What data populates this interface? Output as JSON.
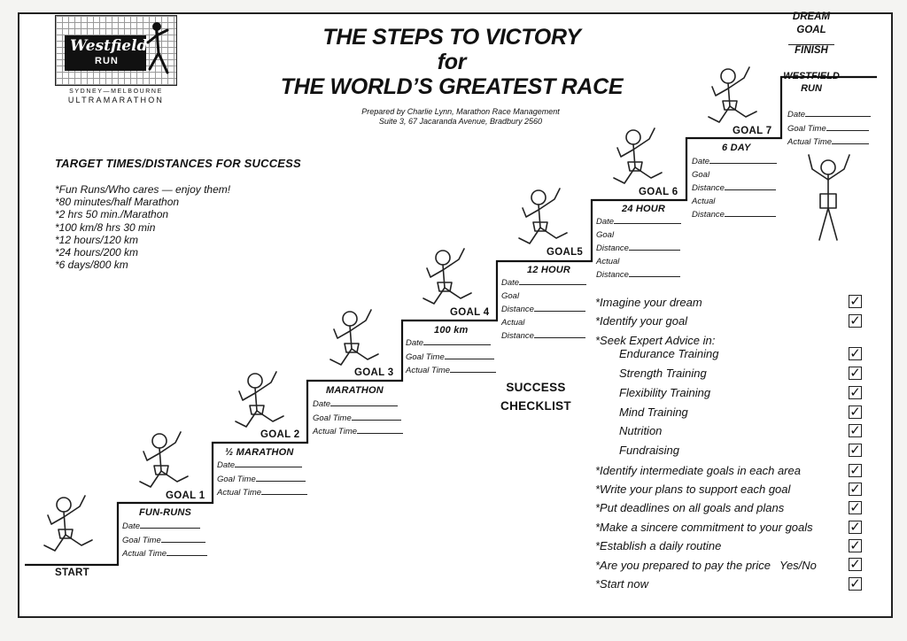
{
  "header": {
    "title_line1": "THE STEPS TO VICTORY",
    "title_line2": "for",
    "title_line3": "THE WORLD’S GREATEST RACE",
    "prepared_by": "Prepared by Charlie Lynn, Marathon Race Management",
    "address": "Suite 3, 67 Jacaranda Avenue, Bradbury 2560"
  },
  "logo": {
    "name": "Westfield",
    "run": "RUN",
    "sub1": "SYDNEY—MELBOURNE",
    "sub2": "ULTRAMARATHON"
  },
  "targets": {
    "title": "TARGET TIMES/DISTANCES FOR SUCCESS",
    "items": [
      "*Fun Runs/Who cares — enjoy them!",
      "*80 minutes/half Marathon",
      "*2 hrs 50 min./Marathon",
      "*100 km/8 hrs 30 min",
      "*12 hours/120 km",
      "*24 hours/200 km",
      "*6 days/800 km"
    ]
  },
  "staircase": {
    "start": "START",
    "dream": "DREAM",
    "goal": "GOAL",
    "finish": "FINISH",
    "final_title_1": "WESTFIELD",
    "final_title_2": "RUN",
    "final_fields": [
      "Date",
      "Goal Time",
      "Actual Time"
    ],
    "steps": [
      {
        "goal": "GOAL 1",
        "title": "FUN-RUNS",
        "fields": [
          "Date",
          "Goal Time",
          "Actual Time"
        ]
      },
      {
        "goal": "GOAL 2",
        "title": "½ MARATHON",
        "fields": [
          "Date",
          "Goal Time",
          "Actual Time"
        ]
      },
      {
        "goal": "GOAL 3",
        "title": "MARATHON",
        "fields": [
          "Date",
          "Goal Time",
          "Actual Time"
        ]
      },
      {
        "goal": "GOAL 4",
        "title": "100 km",
        "fields": [
          "Date",
          "Goal Time",
          "Actual Time"
        ]
      },
      {
        "goal": "GOAL5",
        "title": "12 HOUR",
        "fields": [
          "Date",
          "Goal",
          "Distance",
          "Actual",
          "Distance"
        ]
      },
      {
        "goal": "GOAL 6",
        "title": "24 HOUR",
        "fields": [
          "Date",
          "Goal",
          "Distance",
          "Actual",
          "Distance"
        ]
      },
      {
        "goal": "GOAL 7",
        "title": "6 DAY",
        "fields": [
          "Date",
          "Goal",
          "Distance",
          "Actual",
          "Distance"
        ]
      }
    ]
  },
  "checklist": {
    "title_1": "SUCCESS",
    "title_2": "CHECKLIST",
    "check_mark": "✓",
    "yes_no": "Yes/No",
    "items": [
      "*Imagine your dream",
      "*Identify your goal",
      "*Seek Expert Advice in:",
      "Endurance Training",
      "Strength Training",
      "Flexibility Training",
      "Mind Training",
      "Nutrition",
      "Fundraising",
      "*Identify intermediate goals in each area",
      "*Write your plans to support each goal",
      "*Put deadlines on all goals and plans",
      "*Make a sincere commitment to your goals",
      "*Establish a daily routine",
      "*Are you prepared to pay the price",
      "*Start now"
    ]
  }
}
